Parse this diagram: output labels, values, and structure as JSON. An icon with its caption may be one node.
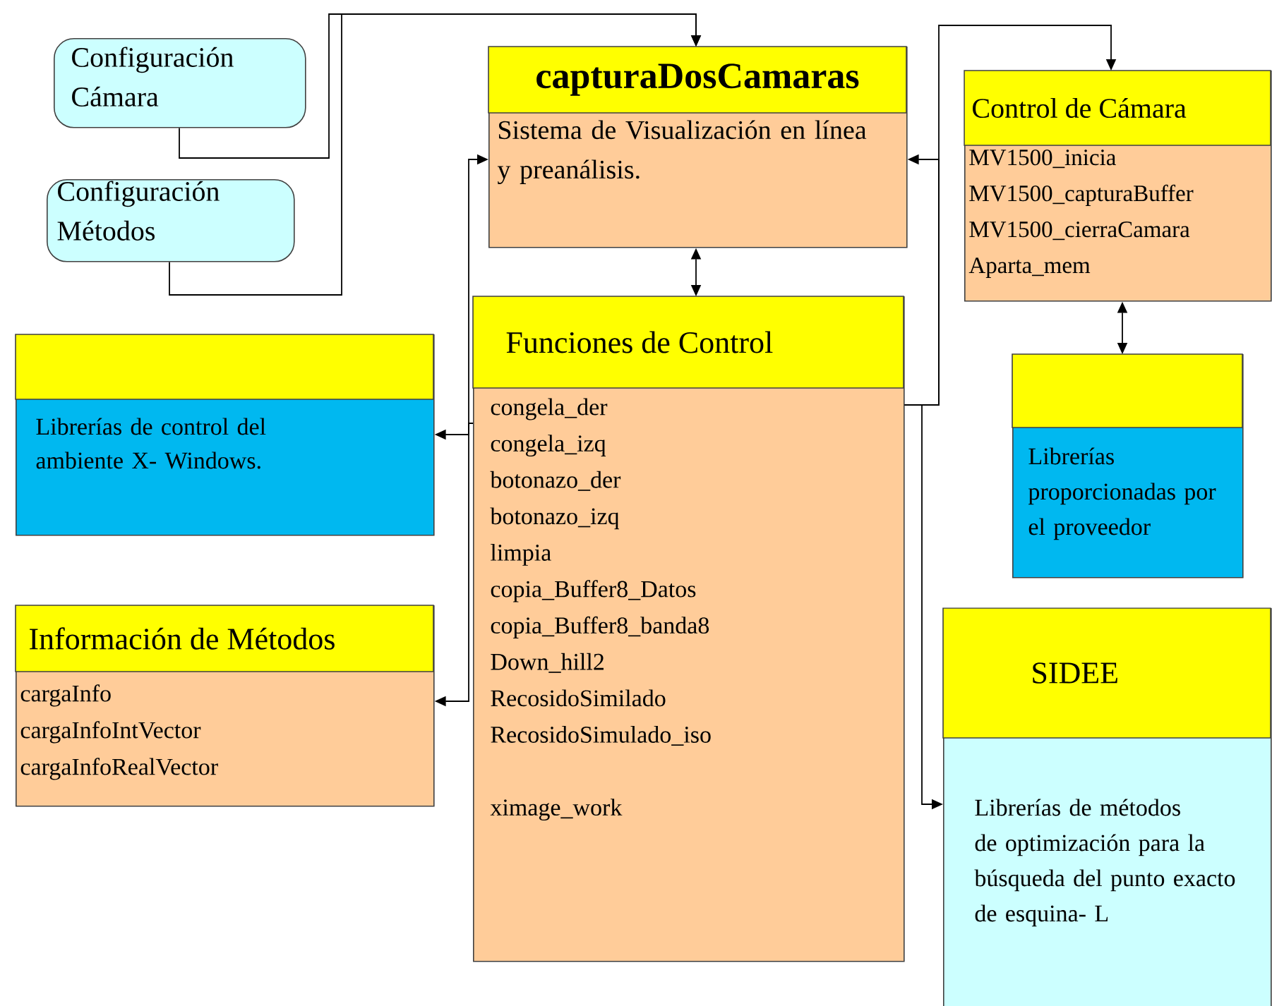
{
  "diagram": {
    "nodes": [
      {
        "text": [
          "Configuración Cámara"
        ]
      },
      {
        "text": [
          "Configuración Métodos"
        ]
      },
      {
        "text": [
          "capturaDosCamaras",
          "Sistema de Visualización en línea y preanálisis."
        ]
      },
      {
        "text": [
          "Control de Cámara",
          "MV1500_inicia",
          "MV1500_capturaBuffer",
          "MV1500_cierraCamara",
          "Aparta_mem"
        ]
      },
      {
        "text": [
          "Librerías de control del ambiente X- Windows."
        ]
      },
      {
        "text": [
          "Funciones de Control",
          "congela_der",
          "congela_izq",
          "botonazo_der",
          "botonazo_izq",
          "limpia",
          "copia_Buffer8_Datos",
          "copia_Buffer8_banda8",
          "Down_hill2",
          "RecosidoSimilado",
          "RecosidoSimulado_iso",
          "ximage_work"
        ]
      },
      {
        "text": [
          "Librerías proporcionadas por el proveedor"
        ]
      },
      {
        "text": [
          "Información de Métodos",
          "cargaInfo",
          "cargaInfoIntVector",
          "cargaInfoRealVector"
        ]
      },
      {
        "text": [
          "SIDEE",
          "Librerías de métodos de optimización para la búsqueda del punto exacto de esquina- L"
        ]
      }
    ],
    "edges": [
      {
        "from": 0,
        "to": 2,
        "arrow": "to"
      },
      {
        "from": 1,
        "to": 2,
        "arrow": "to"
      },
      {
        "from": 2,
        "to": 5,
        "arrow": "both"
      },
      {
        "from": 5,
        "to": 2,
        "arrow": "to"
      },
      {
        "from": 5,
        "to": 4,
        "arrow": "to"
      },
      {
        "from": 5,
        "to": 7,
        "arrow": "to"
      },
      {
        "from": 5,
        "to": 2,
        "arrow": "to"
      },
      {
        "from": 5,
        "to": 3,
        "arrow": "to"
      },
      {
        "from": 5,
        "to": 8,
        "arrow": "to"
      },
      {
        "from": 3,
        "to": 6,
        "arrow": "both"
      }
    ]
  }
}
